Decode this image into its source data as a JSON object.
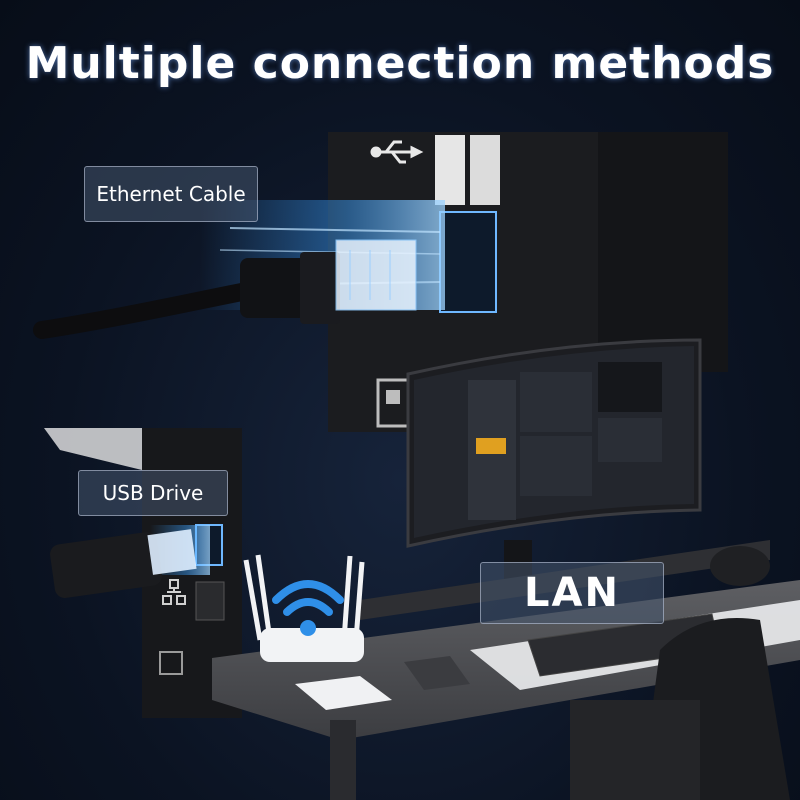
{
  "title": "Multiple connection methods",
  "labels": {
    "ethernet": "Ethernet Cable",
    "usb": "USB Drive",
    "lan": "LAN"
  },
  "icons": [
    "usb-symbol-icon",
    "network-icon",
    "wifi-icon",
    "qr-code-icon"
  ],
  "colors": {
    "background": "#0b1322",
    "glow": "#3aa0ff",
    "wifi": "#2f8fe8"
  }
}
